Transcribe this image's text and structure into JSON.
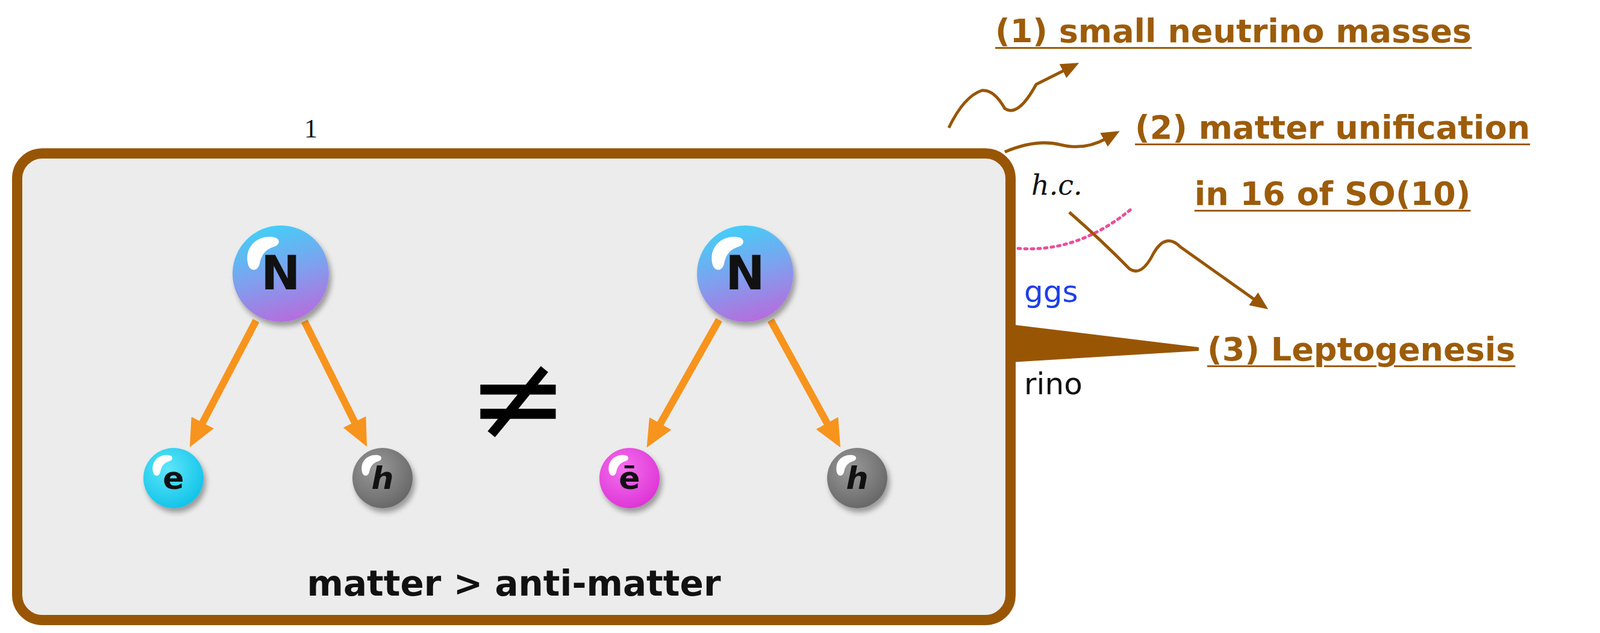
{
  "diagram": {
    "nodes": [
      {
        "text": [
          "matter > anti-matter"
        ]
      },
      {
        "text": [
          "N"
        ],
        "in": 0
      },
      {
        "text": [
          "e"
        ],
        "in": 0
      },
      {
        "text": [
          "h"
        ],
        "in": 0
      },
      {
        "text": [
          "N"
        ],
        "in": 0
      },
      {
        "text": [
          "ē"
        ],
        "in": 0
      },
      {
        "text": [
          "h"
        ],
        "in": 0
      }
    ],
    "edges": [
      {
        "from": 1,
        "to": 2,
        "arrow": "to"
      },
      {
        "from": 1,
        "to": 3,
        "arrow": "to"
      },
      {
        "from": 4,
        "to": 5,
        "arrow": "to"
      },
      {
        "from": 4,
        "to": 6,
        "arrow": "to"
      }
    ],
    "labels": [
      "(1) small neutrino masses",
      "(2) matter unification in 16 of SO(10)",
      "(3) Leptogenesis",
      "1",
      "h.c.",
      "ggs",
      "rino",
      "≠"
    ]
  }
}
